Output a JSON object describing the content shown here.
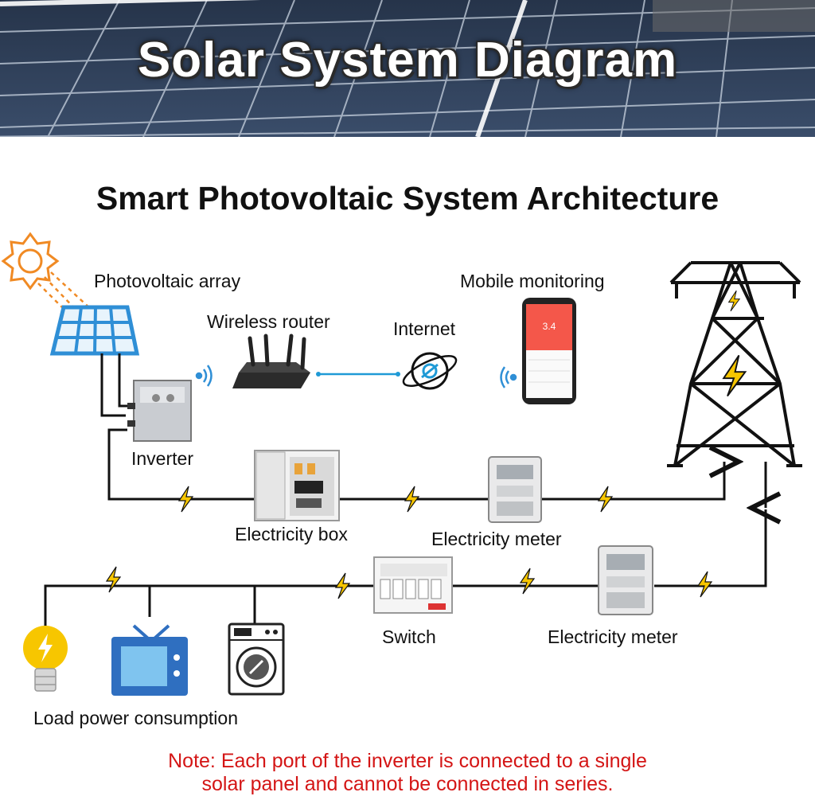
{
  "banner": {
    "title": "Solar System Diagram"
  },
  "diagram": {
    "title": "Smart Photovoltaic System Architecture",
    "labels": {
      "pv_array": "Photovoltaic array",
      "mobile_monitoring": "Mobile monitoring",
      "wireless_router": "Wireless router",
      "internet": "Internet",
      "inverter": "Inverter",
      "electricity_box": "Electricity box",
      "electricity_meter_top": "Electricity meter",
      "switch": "Switch",
      "electricity_meter_bottom": "Electricity meter",
      "load": "Load power consumption"
    },
    "phone_screen_value": "3.4"
  },
  "note": {
    "line1": "Note: Each port of the inverter is connected to a single",
    "line2": "solar panel and cannot be connected in series."
  },
  "colors": {
    "banner_bg": "#1e2a3c",
    "panel_blue": "#2f8fd6",
    "wire": "#111111",
    "bolt_yellow": "#f7c600",
    "sun_orange": "#f08a24",
    "phone_red": "#f4574a",
    "note_red": "#d41515",
    "link_blue": "#1f9ad6"
  }
}
